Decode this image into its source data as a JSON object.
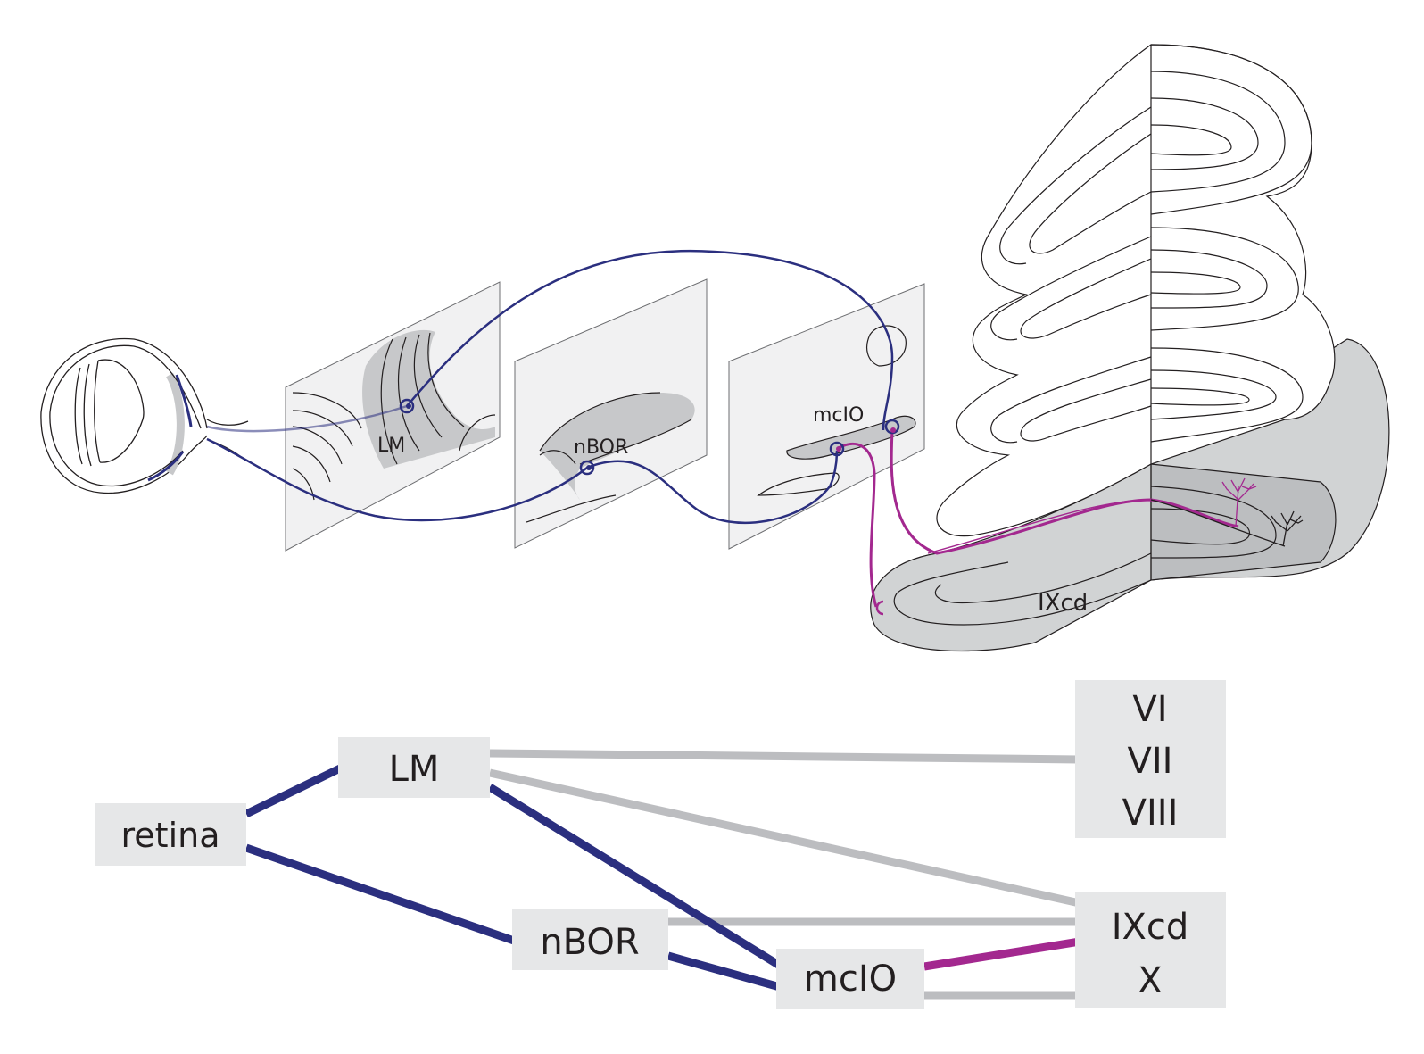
{
  "colors": {
    "pathway_blue": "#2b2f7f",
    "pathway_magenta": "#a3288f",
    "minor_link_gray": "#bcbdc0",
    "node_fill": "#e6e7e8",
    "region_gray": "#c7c8ca",
    "panel_fill": "#f1f1f2"
  },
  "anatomy_labels": {
    "lm": "LM",
    "nbor": "nBOR",
    "mcio": "mcIO",
    "ixcd": "IXcd"
  },
  "schematic": {
    "nodes": {
      "retina": "retina",
      "lm": "LM",
      "nbor": "nBOR",
      "mcio": "mcIO",
      "vi": "VI",
      "vii": "VII",
      "viii": "VIII",
      "ixcd": "IXcd",
      "x": "X"
    },
    "links": [
      {
        "from": "retina",
        "to": "LM",
        "color": "pathway_blue"
      },
      {
        "from": "retina",
        "to": "nBOR",
        "color": "pathway_blue"
      },
      {
        "from": "LM",
        "to": "mcIO",
        "color": "pathway_blue"
      },
      {
        "from": "nBOR",
        "to": "mcIO",
        "color": "pathway_blue"
      },
      {
        "from": "LM",
        "to": "VI VII VIII",
        "color": "minor_link_gray"
      },
      {
        "from": "LM",
        "to": "IXcd X",
        "color": "minor_link_gray"
      },
      {
        "from": "nBOR",
        "to": "IXcd X",
        "color": "minor_link_gray"
      },
      {
        "from": "mcIO",
        "to": "IXcd",
        "color": "pathway_magenta"
      },
      {
        "from": "mcIO",
        "to": "X",
        "color": "minor_link_gray"
      }
    ]
  }
}
